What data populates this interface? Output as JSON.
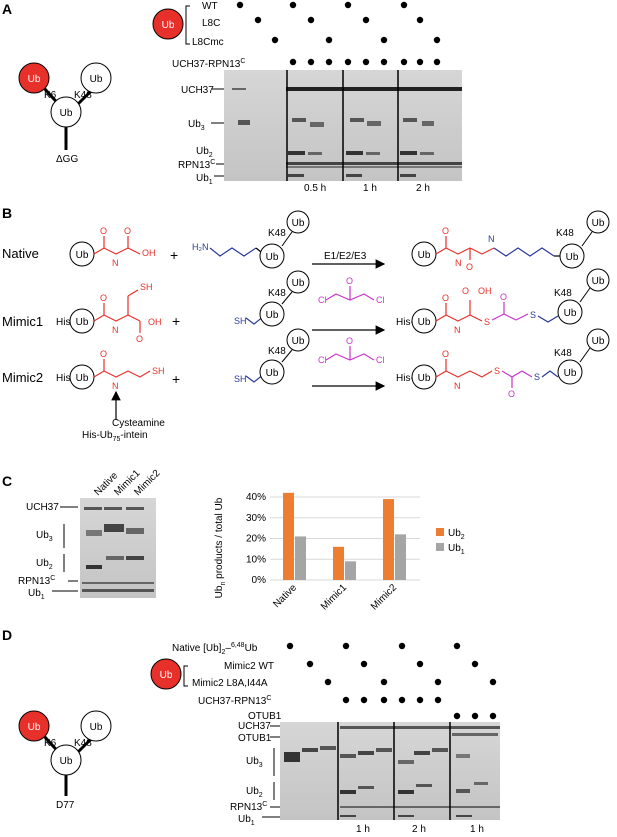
{
  "panels": [
    "A",
    "B",
    "C",
    "D"
  ],
  "ub_label": "Ub",
  "A": {
    "linkage": [
      "K6",
      "K48"
    ],
    "tail": "ΔGG",
    "variants": [
      "WT",
      "L8C",
      "L8Cmc"
    ],
    "enzyme": [
      "UCH37-RPN13",
      "C"
    ],
    "bands": {
      "uch37": "UCH37",
      "ub3": [
        "Ub",
        "3"
      ],
      "ub2": [
        "Ub",
        "2"
      ],
      "rpn13": [
        "RPN13",
        "C"
      ],
      "ub1": [
        "Ub",
        "1"
      ]
    },
    "times": [
      "0.5 h",
      "1 h",
      "2 h"
    ]
  },
  "B": {
    "rows": [
      "Native",
      "Mimic1",
      "Mimic2"
    ],
    "his": "His-",
    "plus": "+",
    "k48": "K48",
    "enzymes": "E1/E2/E3",
    "atoms": {
      "O": "O",
      "N": "N",
      "H": "H",
      "OH": "OH",
      "SH": "SH",
      "S": "S",
      "Cl": "Cl",
      "H2N": "H₂N"
    },
    "cysteamine": "Cysteamine",
    "intein": [
      "His-Ub",
      "75",
      "-intein"
    ]
  },
  "C": {
    "lanes": [
      "Native",
      "Mimic1",
      "Mimic2"
    ],
    "bands": {
      "uch37": "UCH37",
      "ub3": [
        "Ub",
        "3"
      ],
      "ub2": [
        "Ub",
        "2"
      ],
      "rpn13": [
        "RPN13",
        "C"
      ],
      "ub1": [
        "Ub",
        "1"
      ]
    }
  },
  "chart_data": {
    "type": "bar",
    "categories": [
      "Native",
      "Mimic1",
      "Mimic2"
    ],
    "series": [
      {
        "name": "Ub2",
        "values": [
          42,
          16,
          39
        ]
      },
      {
        "name": "Ub1",
        "values": [
          21,
          9,
          22
        ]
      }
    ],
    "ylabel": "Ubn products / total Ub",
    "ylim": [
      0,
      40
    ],
    "ticks": [
      "0%",
      "10%",
      "20%",
      "30%",
      "40%"
    ],
    "colors": {
      "Ub2": "#ed7d31",
      "Ub1": "#a5a5a5"
    },
    "legend": "right"
  },
  "D": {
    "linkage": [
      "K6",
      "K48"
    ],
    "tail": "D77",
    "substrates": [
      "Native [Ub]2–6,48Ub",
      "Mimic2 WT",
      "Mimic2 L8A,I44A"
    ],
    "enzymes": [
      [
        "UCH37-RPN13",
        "C"
      ],
      [
        "OTUB1",
        ""
      ]
    ],
    "bands": {
      "uch37": "UCH37",
      "otub1": "OTUB1",
      "ub3": [
        "Ub",
        "3"
      ],
      "ub2": [
        "Ub",
        "2"
      ],
      "rpn13": [
        "RPN13",
        "C"
      ],
      "ub1": [
        "Ub",
        "1"
      ]
    },
    "times": [
      "1 h",
      "2 h",
      "1 h"
    ]
  }
}
